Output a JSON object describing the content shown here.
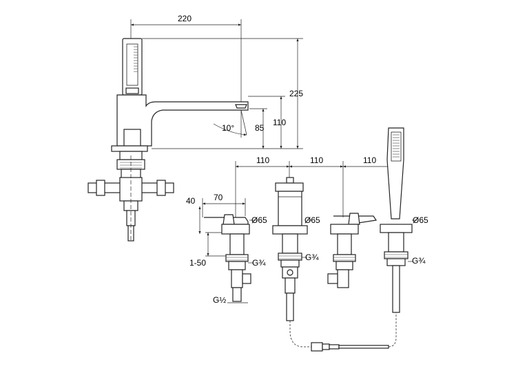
{
  "dimensions": {
    "spout_reach": "220",
    "total_height": "225",
    "body_height": "110",
    "outlet_height": "85",
    "spout_angle": "10°",
    "spacing_1": "110",
    "spacing_2": "110",
    "spacing_3": "110",
    "lever_length": "70",
    "lever_height": "40",
    "deck_thickness": "1-50",
    "diameter_1": "Ø65",
    "diameter_2": "Ø65",
    "diameter_3": "Ø65",
    "thread_1": "G¾",
    "thread_2": "G¾",
    "thread_3": "G¾",
    "thread_inlet": "G½"
  }
}
